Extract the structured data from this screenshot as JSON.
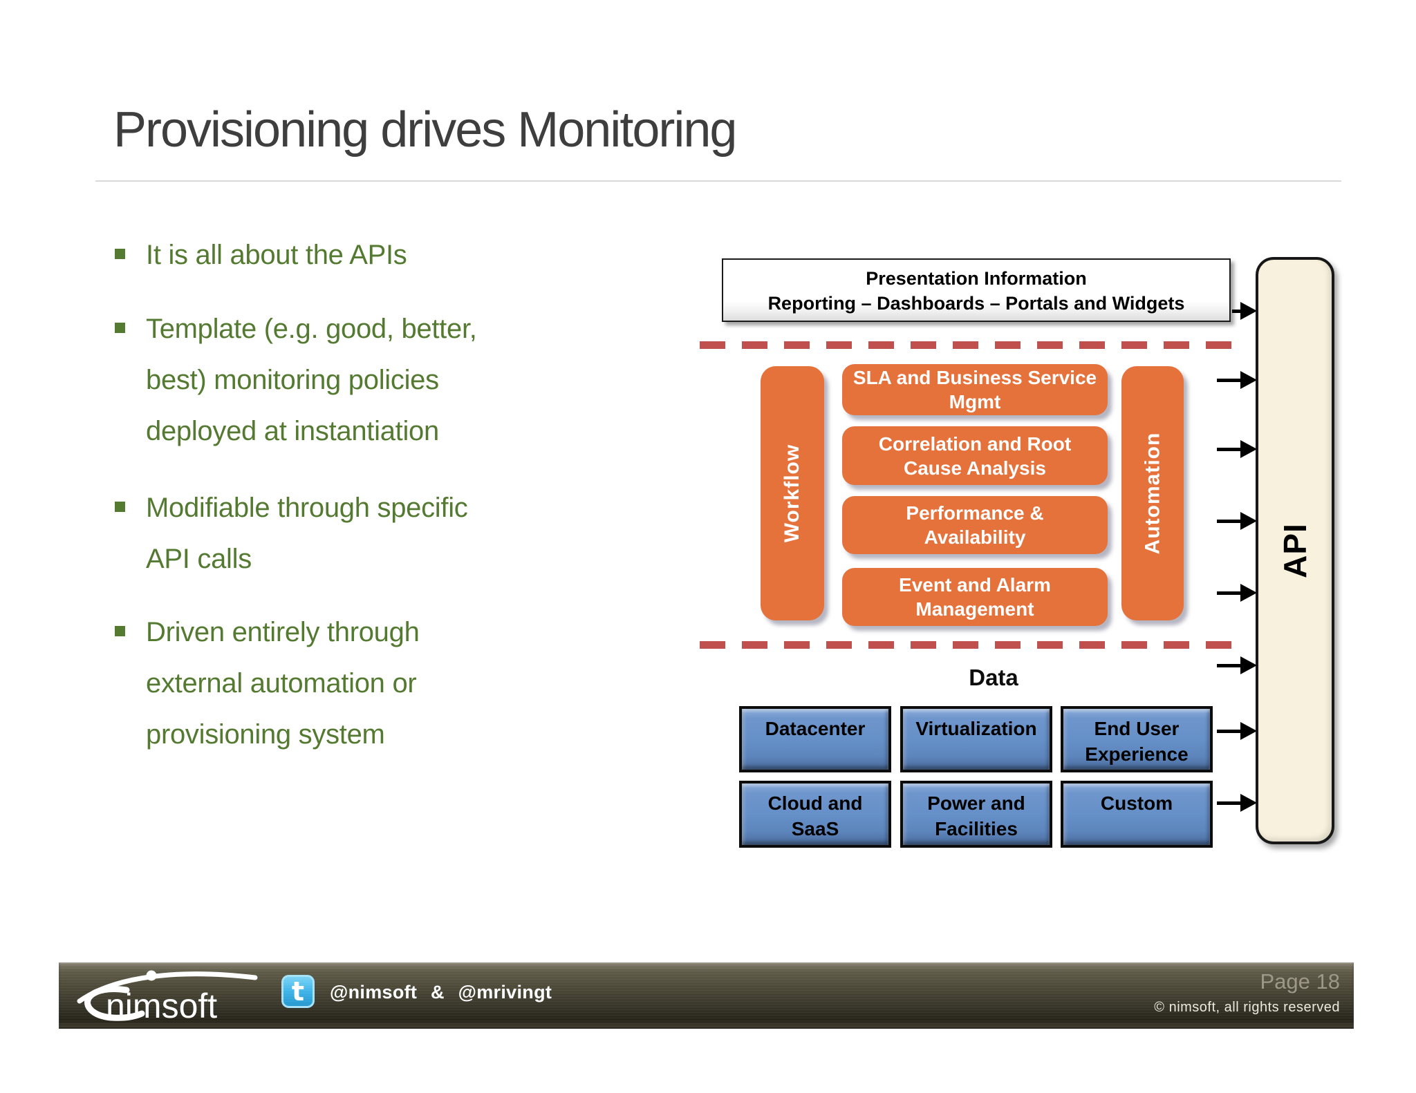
{
  "title": "Provisioning drives Monitoring",
  "bullets": [
    {
      "text": "It is all about the APIs"
    },
    {
      "text": "Template (e.g. good, better,\nbest) monitoring policies\ndeployed at instantiation"
    },
    {
      "text": "Modifiable through specific\nAPI calls"
    },
    {
      "text": "Driven entirely through\nexternal automation or\nprovisioning system"
    }
  ],
  "diagram": {
    "presentation": {
      "line1": "Presentation Information",
      "line2": "Reporting – Dashboards – Portals and Widgets"
    },
    "workflow_label": "Workflow",
    "automation_label": "Automation",
    "orange_boxes": [
      {
        "label": "SLA and Business Service\nMgmt"
      },
      {
        "label": "Correlation and Root\nCause Analysis"
      },
      {
        "label": "Performance &\nAvailability"
      },
      {
        "label": "Event and Alarm\nManagement"
      }
    ],
    "data_label": "Data",
    "blue_boxes": [
      {
        "label": "Datacenter"
      },
      {
        "label": "Virtualization"
      },
      {
        "label": "End User\nExperience"
      },
      {
        "label": "Cloud and\nSaaS"
      },
      {
        "label": "Power and\nFacilities"
      },
      {
        "label": "Custom"
      }
    ],
    "api_label": "API"
  },
  "footer": {
    "logo_text": "nimsoft",
    "twitter_icon": "t",
    "handles": "@nimsoft & @mrivingt",
    "page_label": "Page 18",
    "copyright": "© nimsoft, all rights reserved"
  },
  "colors": {
    "bullet_green": "#547a31",
    "orange": "#e5713b",
    "dash_red": "#c0504d",
    "blue_box": "#6690c8",
    "api_cream": "#f8f1de",
    "footer_olive": "#4c4938",
    "title_gray": "#3e3e3e"
  }
}
